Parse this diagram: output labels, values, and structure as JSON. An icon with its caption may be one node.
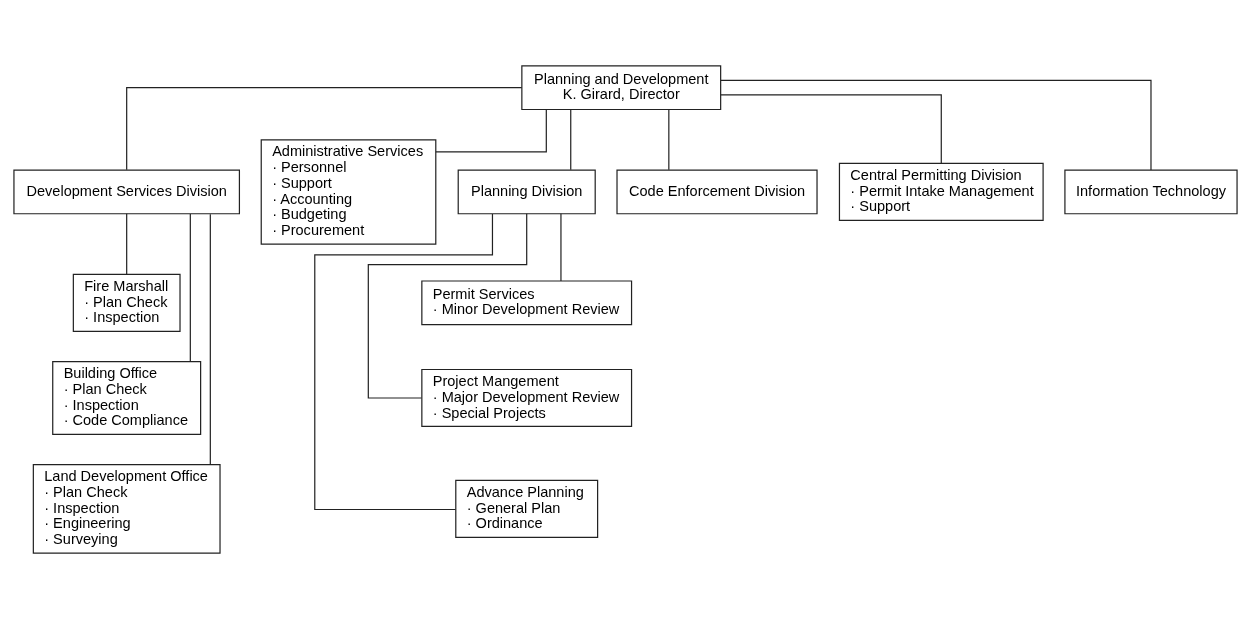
{
  "diagram": {
    "nodes": [
      {
        "text": [
          "Planning and Development",
          "K. Girard, Director"
        ]
      },
      {
        "text": [
          "Development Services Division"
        ]
      },
      {
        "text": [
          "Administrative Services",
          "· Personnel",
          "· Support",
          "· Accounting",
          "· Budgeting",
          "· Procurement"
        ]
      },
      {
        "text": [
          "Planning Division"
        ]
      },
      {
        "text": [
          "Code Enforcement Division"
        ]
      },
      {
        "text": [
          "Central Permitting Division",
          "· Permit Intake Management",
          "· Support"
        ]
      },
      {
        "text": [
          "Information Technology"
        ]
      },
      {
        "text": [
          "Fire Marshall",
          "· Plan Check",
          "· Inspection"
        ]
      },
      {
        "text": [
          "Building Office",
          "· Plan Check",
          "· Inspection",
          "· Code Compliance"
        ]
      },
      {
        "text": [
          "Land Development Office",
          "· Plan Check",
          "· Inspection",
          "· Engineering",
          "· Surveying"
        ]
      },
      {
        "text": [
          "Permit Services",
          "· Minor Development Review"
        ]
      },
      {
        "text": [
          "Project Mangement",
          "· Major Development Review",
          "· Special Projects"
        ]
      },
      {
        "text": [
          "Advance Planning",
          "· General Plan",
          "· Ordinance"
        ]
      }
    ],
    "edges": [
      {
        "from": 0,
        "to": 1,
        "arrow": "none"
      },
      {
        "from": 0,
        "to": 2,
        "arrow": "none"
      },
      {
        "from": 0,
        "to": 3,
        "arrow": "none"
      },
      {
        "from": 0,
        "to": 4,
        "arrow": "none"
      },
      {
        "from": 0,
        "to": 5,
        "arrow": "none"
      },
      {
        "from": 0,
        "to": 6,
        "arrow": "none"
      },
      {
        "from": 1,
        "to": 7,
        "arrow": "none"
      },
      {
        "from": 1,
        "to": 8,
        "arrow": "none"
      },
      {
        "from": 1,
        "to": 9,
        "arrow": "none"
      },
      {
        "from": 3,
        "to": 10,
        "arrow": "none"
      },
      {
        "from": 3,
        "to": 11,
        "arrow": "none"
      },
      {
        "from": 3,
        "to": 12,
        "arrow": "none"
      }
    ]
  }
}
